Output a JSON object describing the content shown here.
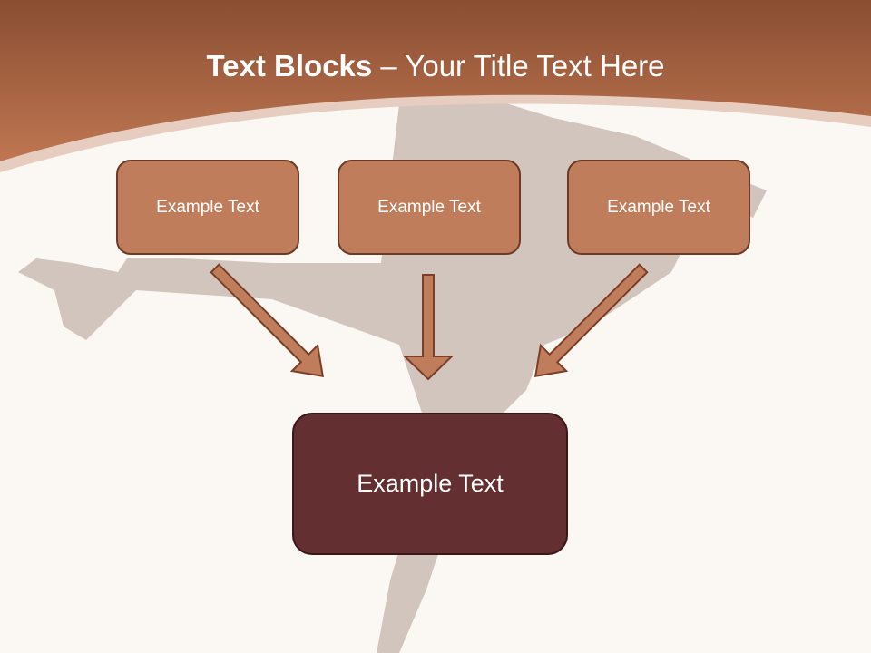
{
  "title": {
    "bold": "Text Blocks",
    "rest": " – Your Title Text Here"
  },
  "boxes": [
    {
      "label": "Example Text"
    },
    {
      "label": "Example Text"
    },
    {
      "label": "Example Text"
    }
  ],
  "center_box": {
    "label": "Example Text"
  },
  "colors": {
    "header": "#b3694a",
    "box": "#c07d5b",
    "center_box": "#632f30",
    "background": "#fbf7f3"
  }
}
